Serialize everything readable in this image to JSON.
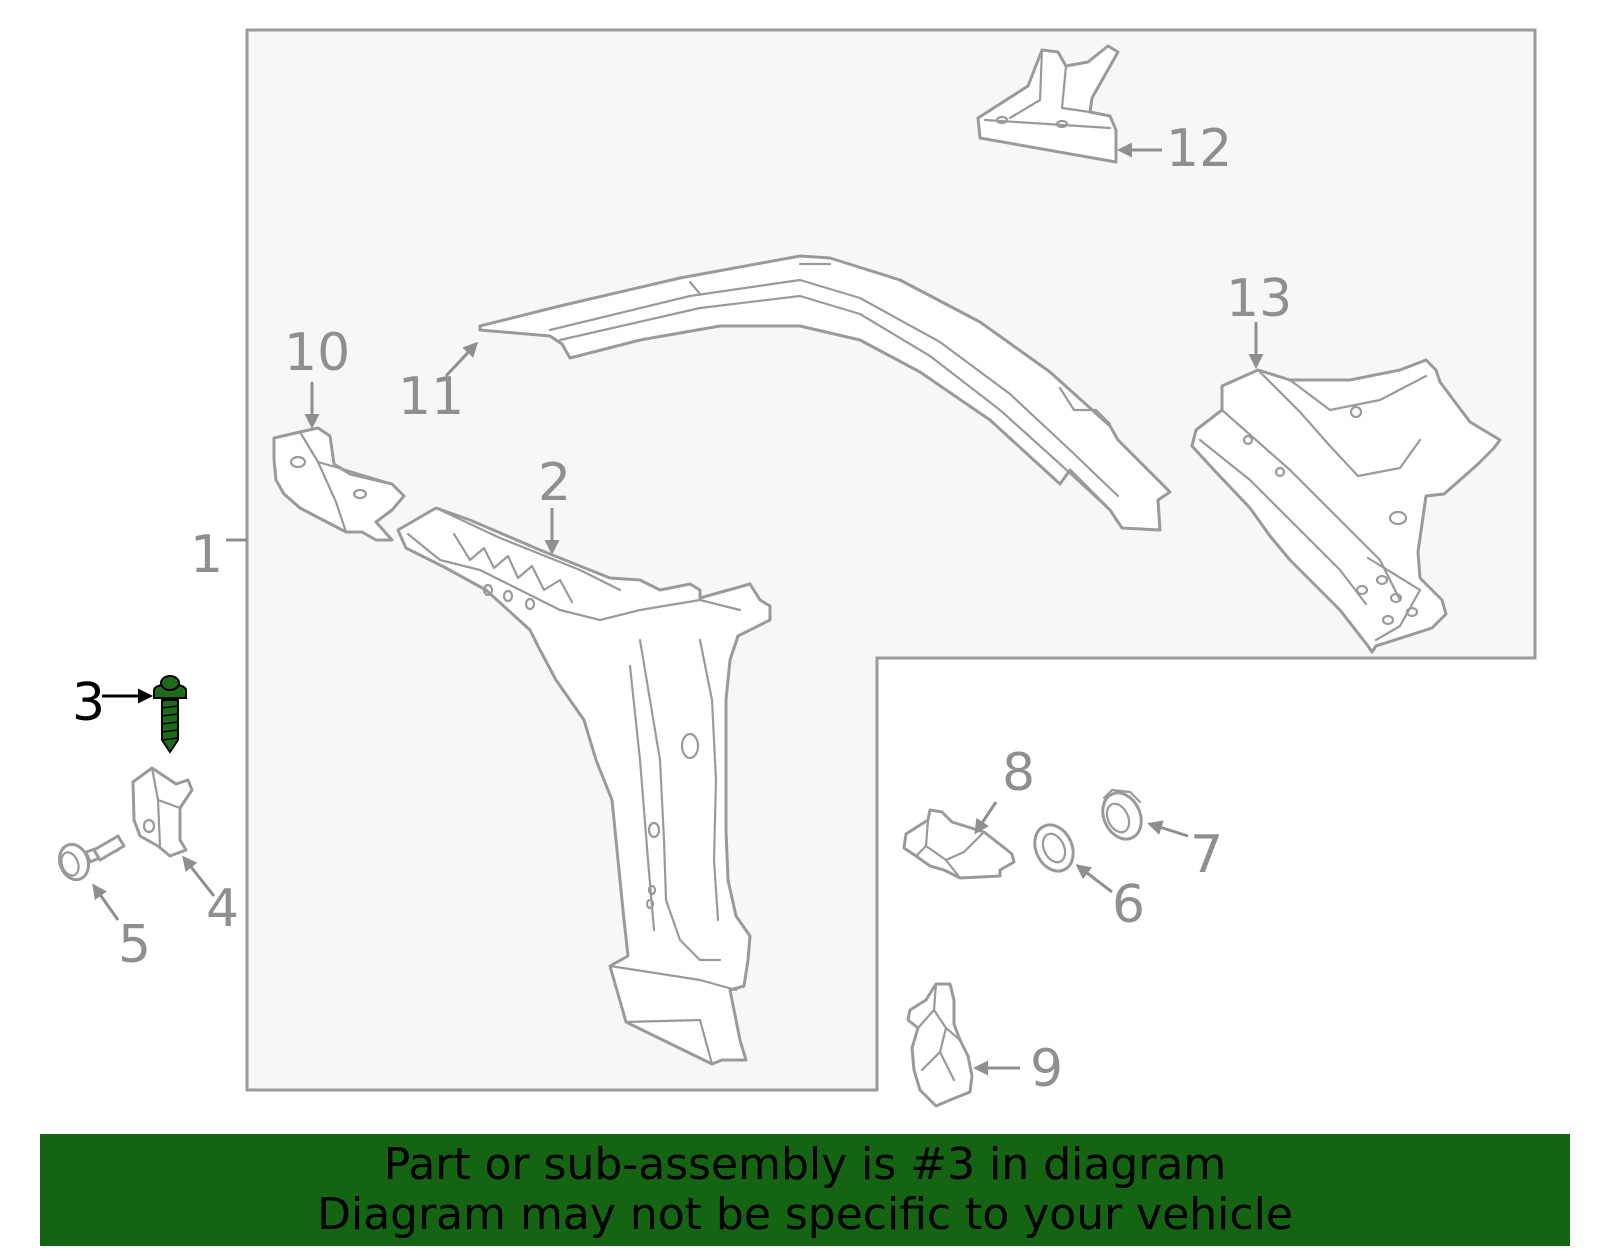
{
  "callouts": {
    "c1": "1",
    "c2": "2",
    "c3": "3",
    "c4": "4",
    "c5": "5",
    "c6": "6",
    "c7": "7",
    "c8": "8",
    "c9": "9",
    "c10": "10",
    "c11": "11",
    "c12": "12",
    "c13": "13"
  },
  "highlighted_part": "3",
  "colors": {
    "banner_bg": "#146414",
    "highlight": "#1e6b1e",
    "line": "#9a9a9a",
    "panel_bg": "#f7f7f7"
  },
  "banner": {
    "line1": "Part or sub-assembly is #3 in diagram",
    "line2": "Diagram may not be specific to your vehicle"
  }
}
